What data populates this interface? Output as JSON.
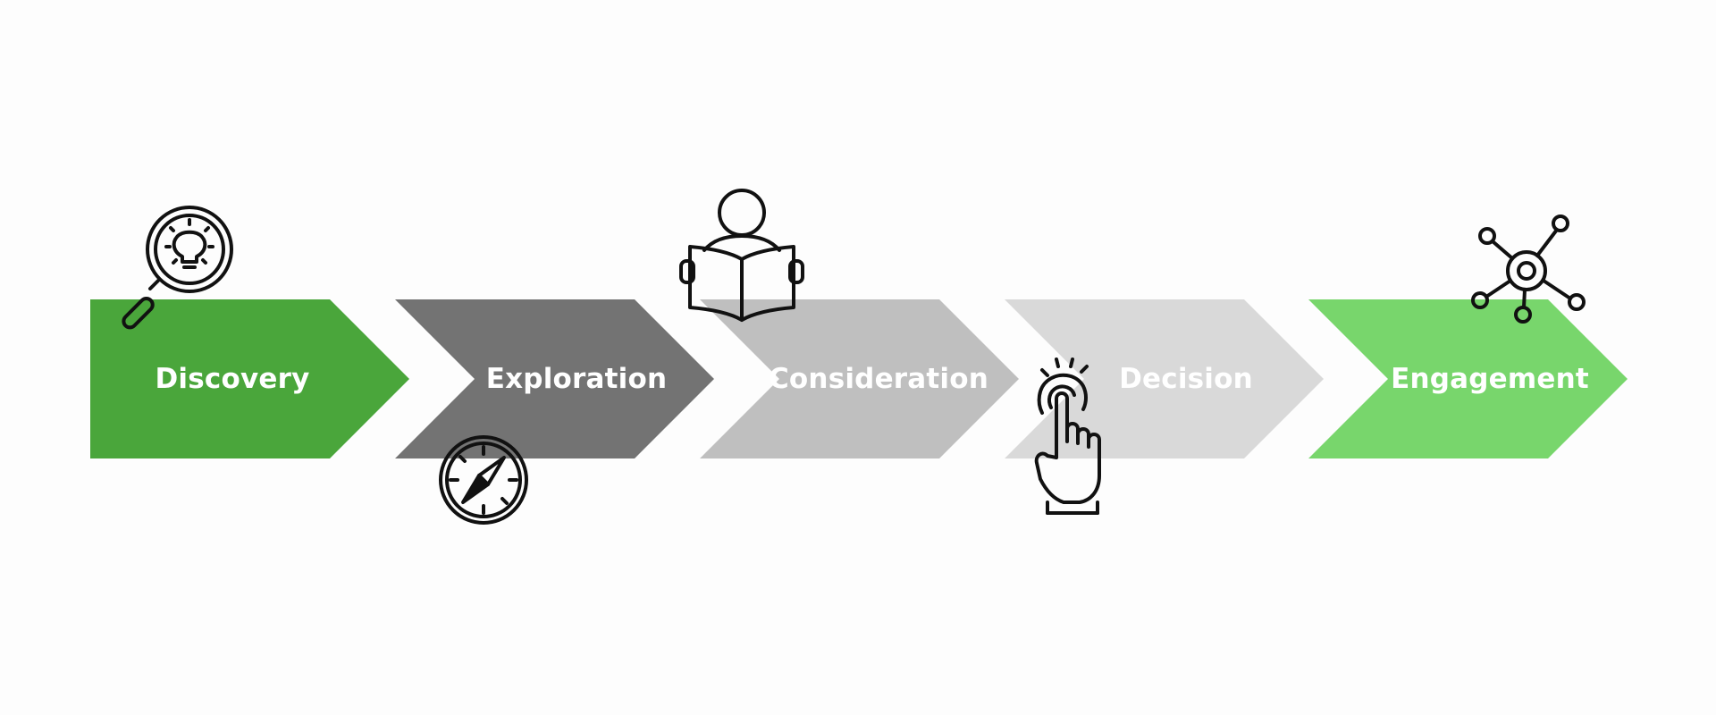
{
  "colors": {
    "background": "#fdfdfd",
    "discovery": "#4aa63b",
    "exploration": "#737373",
    "consideration": "#bfbfbf",
    "decision": "#d9d9d9",
    "engagement": "#78d66c",
    "icon_stroke": "#111111"
  },
  "stages": [
    {
      "label": "Discovery",
      "icon": "magnifier-lightbulb-icon"
    },
    {
      "label": "Exploration",
      "icon": "compass-icon"
    },
    {
      "label": "Consideration",
      "icon": "person-reading-book-icon"
    },
    {
      "label": "Decision",
      "icon": "hand-pointer-tap-icon"
    },
    {
      "label": "Engagement",
      "icon": "network-hub-icon"
    }
  ]
}
